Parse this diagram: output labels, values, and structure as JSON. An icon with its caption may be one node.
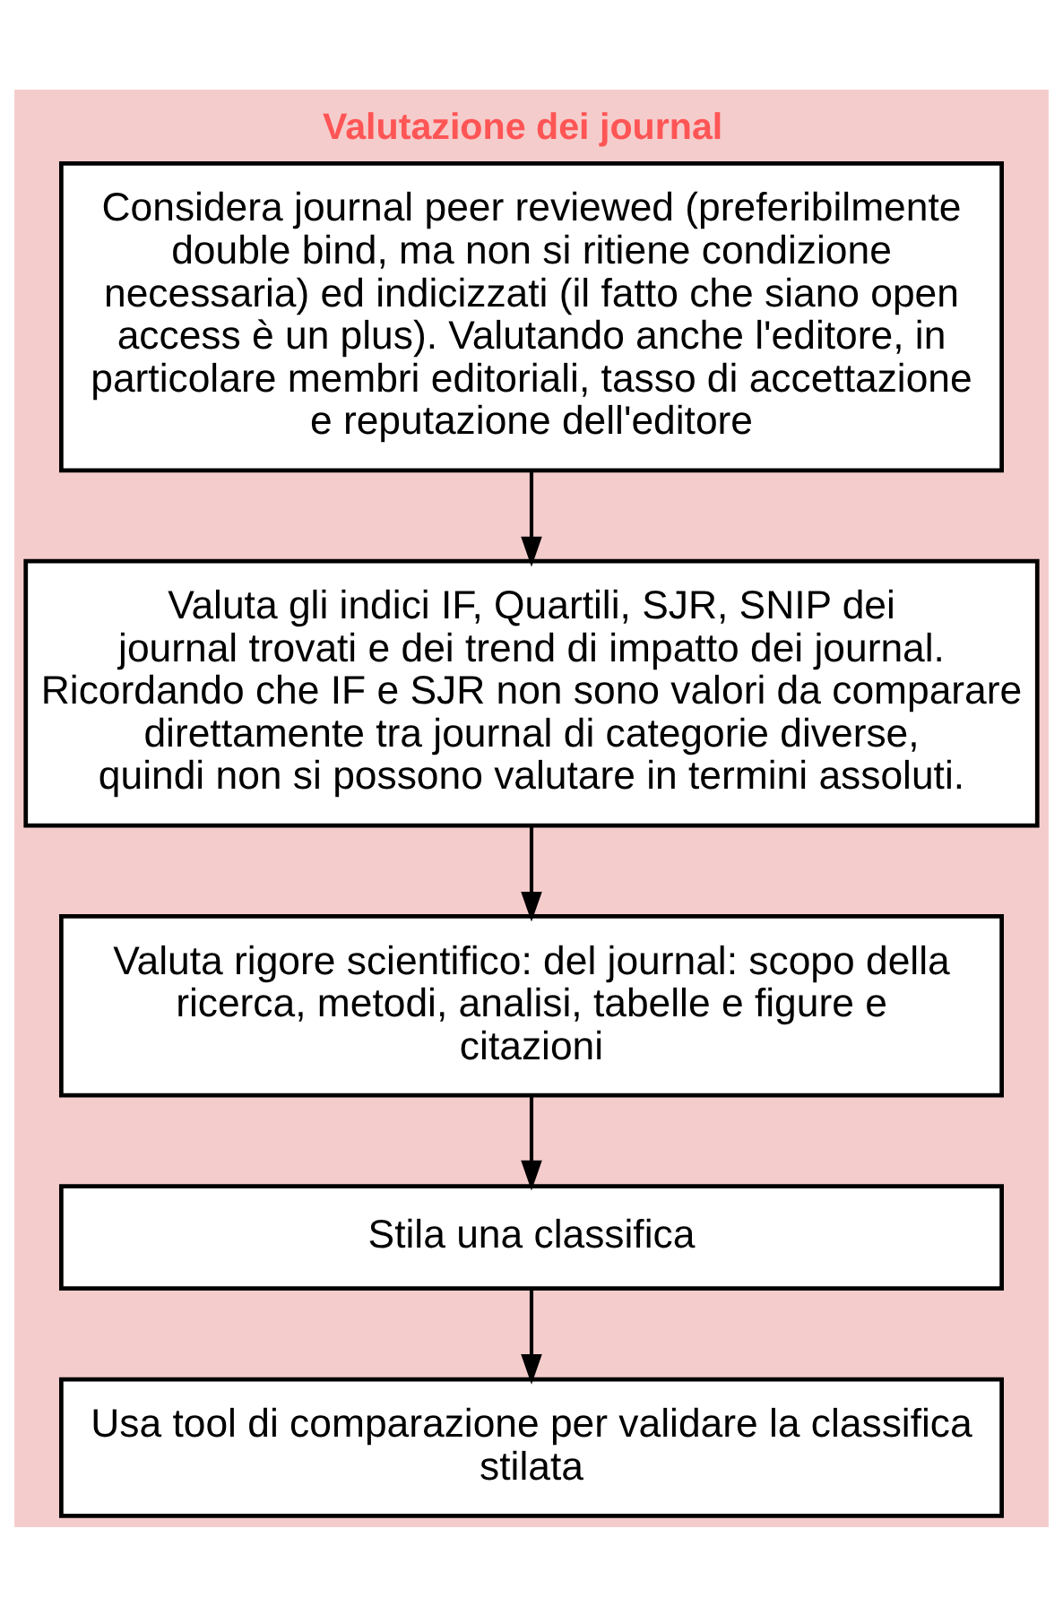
{
  "diagram": {
    "title": "Valutazione dei journal",
    "nodes": [
      {
        "text": [
          "Considera journal peer reviewed (preferibilmente double bind, ma non si ritiene condizione necessaria) ed indicizzati (il fatto che siano open access è un plus). Valutando anche l'editore, in particolare membri editoriali, tasso di accettazione e reputazione dell'editore"
        ]
      },
      {
        "text": [
          "Valuta gli indici IF, Quartili, SJR, SNIP dei journal trovati e dei trend di impatto dei journal. Ricordando che IF e SJR non sono valori da comparare direttamente tra journal di categorie diverse, quindi non si possono valutare in termini assoluti."
        ]
      },
      {
        "text": [
          "Valuta rigore scientifico: del journal: scopo della ricerca, metodi, analisi, tabelle e figure e citazioni"
        ]
      },
      {
        "text": [
          "Stila una classifica"
        ]
      },
      {
        "text": [
          "Usa tool di comparazione per validare la classifica stilata"
        ]
      }
    ],
    "edges": [
      {
        "from": 0,
        "to": 1,
        "arrow": "to"
      },
      {
        "from": 1,
        "to": 2,
        "arrow": "to"
      },
      {
        "from": 2,
        "to": 3,
        "arrow": "to"
      },
      {
        "from": 3,
        "to": 4,
        "arrow": "to"
      }
    ]
  }
}
